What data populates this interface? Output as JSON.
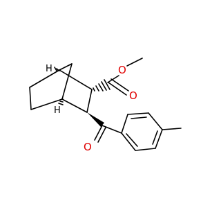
{
  "molecule": {
    "atom_labels": {
      "ester_carbonyl_o": "O",
      "ester_methoxy_o": "O",
      "ketone_o": "O",
      "bridgehead_h_top": "H",
      "bridgehead_h_bottom": "H"
    },
    "colors": {
      "bond": "#000000",
      "oxygen": "#e00000",
      "background": "#ffffff"
    }
  }
}
